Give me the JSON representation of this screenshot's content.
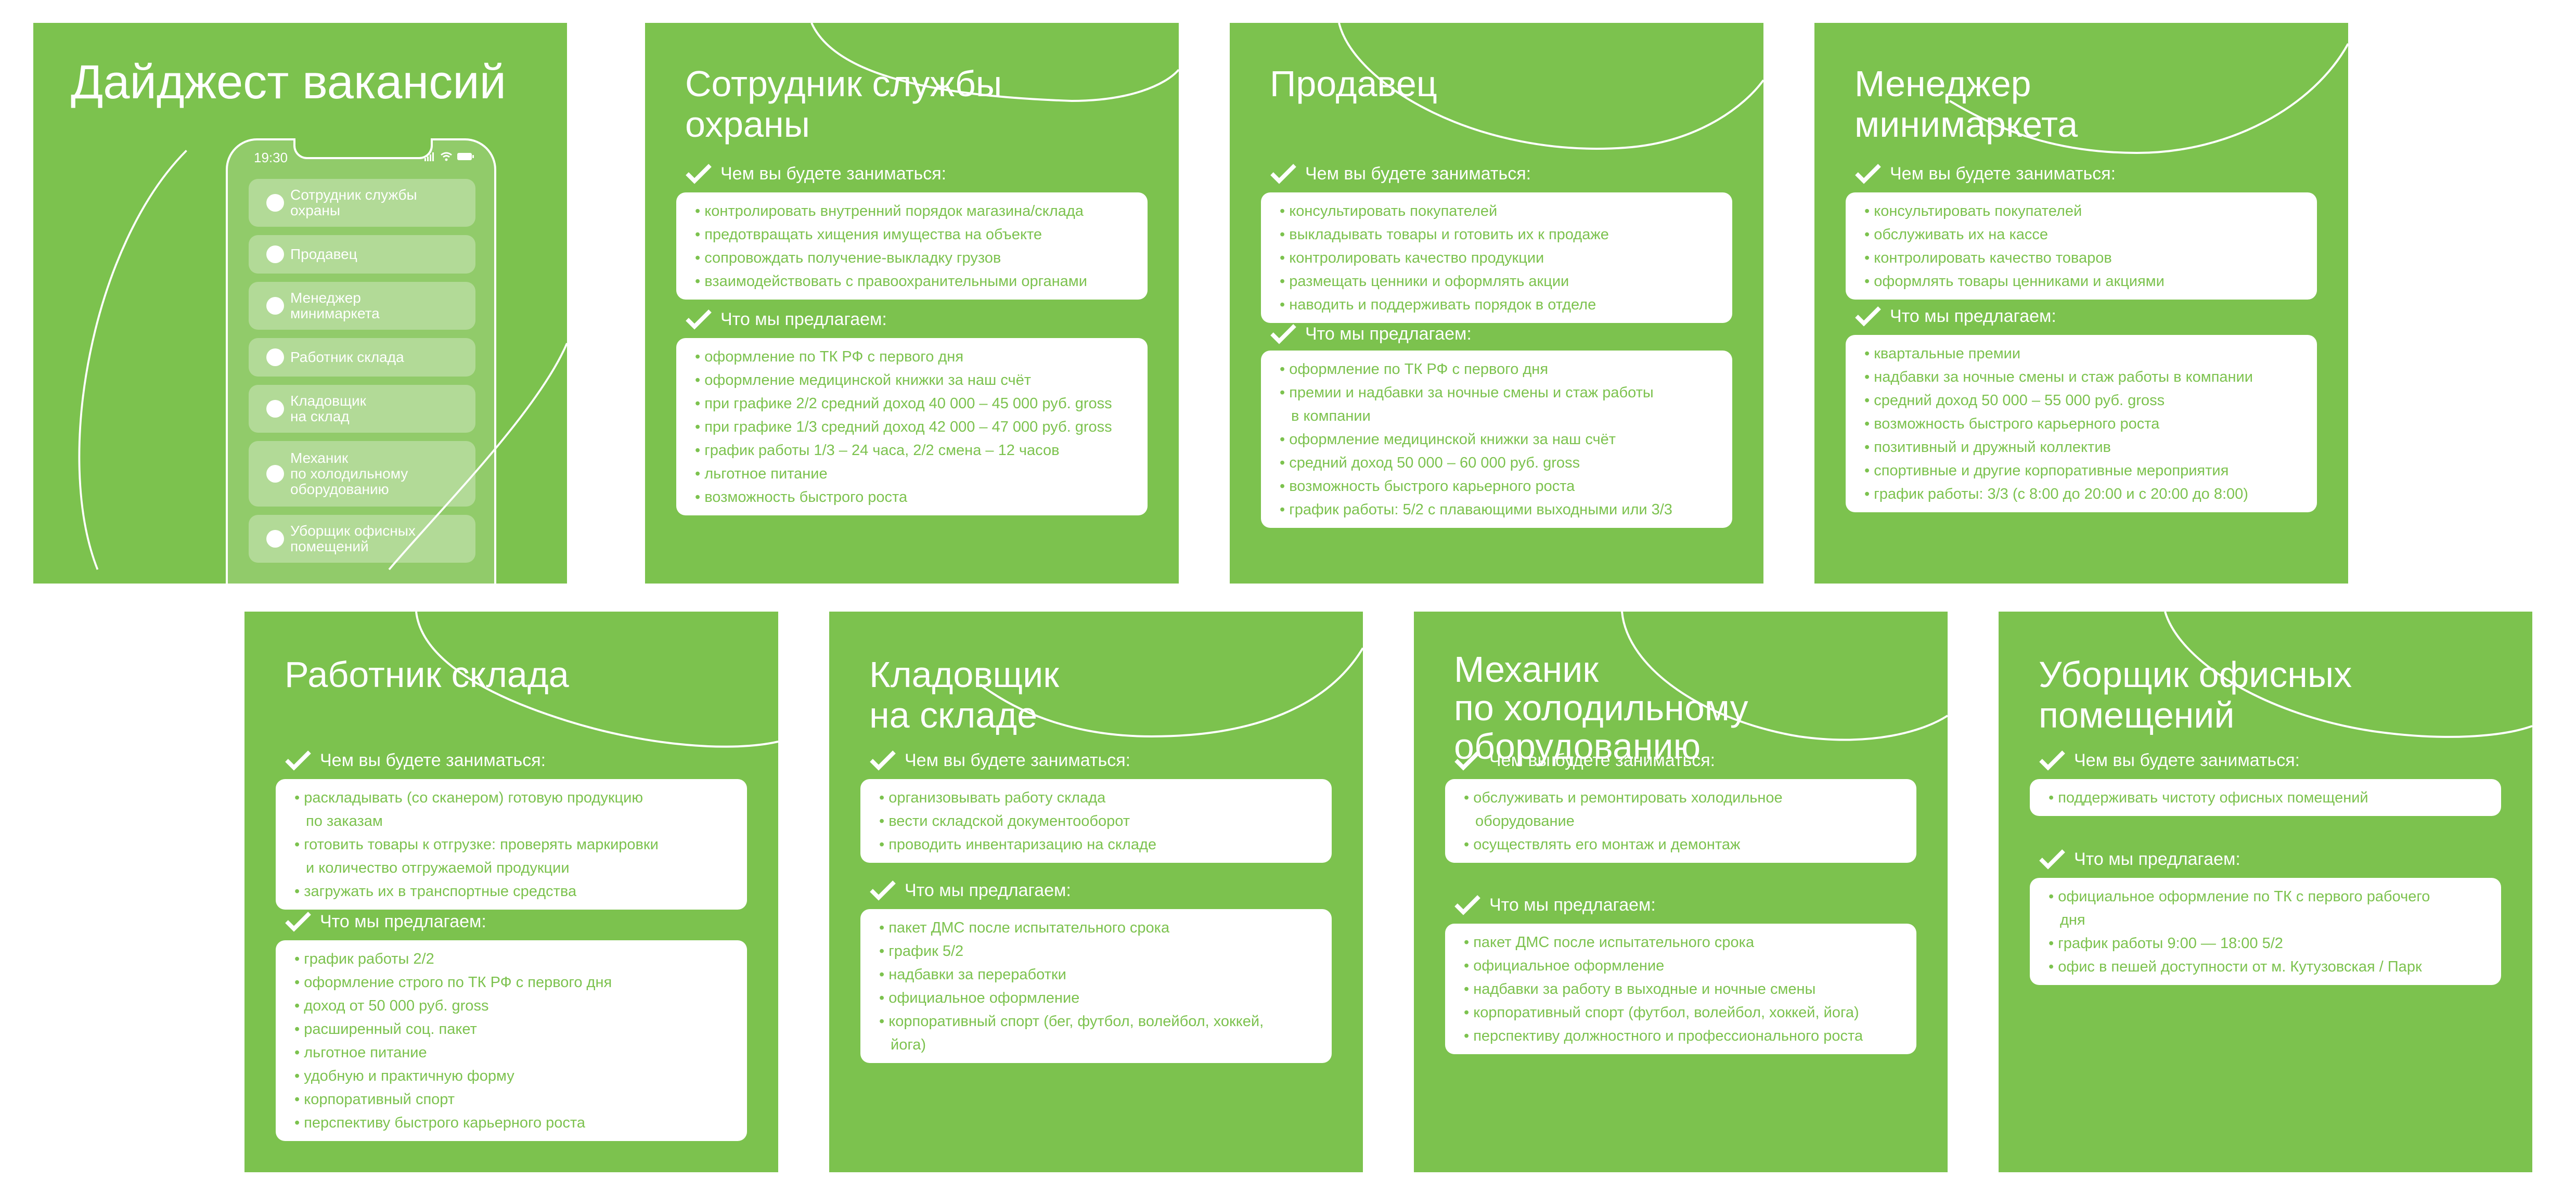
{
  "colors": {
    "accent": "#7cc24e",
    "text_on_accent": "#ffffff",
    "box": "#ffffff"
  },
  "digest": {
    "title": "Дайджест вакансий",
    "status_time": "19:30",
    "items": [
      "Сотрудник службы\nохраны",
      "Продавец",
      "Менеджер\nминимаркета",
      "Работник склада",
      "Кладовщик\nна склад",
      "Механик\nпо холодильному\nоборудованию",
      "Уборщик офисных\nпомещений"
    ]
  },
  "cards": [
    {
      "title": "Сотрудник службы\nохраны",
      "duties_label": "Чем вы будете заниматься:",
      "duties": [
        "контролировать внутренний порядок магазина/склада",
        "предотвращать хищения имущества на объекте",
        "сопровождать получение-выкладку грузов",
        "взаимодействовать с правоохранительными органами"
      ],
      "offer_label": "Что мы предлагаем:",
      "offers": [
        "оформление по ТК РФ с первого дня",
        "оформление медицинской книжки за наш счёт",
        "при графике 2/2 средний доход 40 000 – 45 000 руб. gross",
        "при графике 1/3 средний доход 42 000 – 47 000 руб. gross",
        "график работы 1/3 – 24 часа, 2/2 смена – 12 часов",
        "льготное питание",
        "возможность быстрого роста"
      ]
    },
    {
      "title": "Продавец",
      "duties_label": "Чем вы будете заниматься:",
      "duties": [
        "консультировать покупателей",
        "выкладывать товары и готовить их к продаже",
        "контролировать качество продукции",
        "размещать ценники и оформлять акции",
        "наводить и поддерживать порядок в отделе"
      ],
      "offer_label": "Что мы предлагаем:",
      "offers": [
        "оформление по ТК РФ с первого дня",
        "премии и надбавки за ночные смены и стаж работы\nв компании",
        "оформление медицинской книжки за наш счёт",
        "средний доход 50 000 – 60 000 руб. gross",
        "возможность быстрого карьерного роста",
        "график работы: 5/2 с плавающими выходными или 3/3"
      ]
    },
    {
      "title": "Менеджер\nминимаркета",
      "duties_label": "Чем вы будете заниматься:",
      "duties": [
        "консультировать покупателей",
        "обслуживать их на кассе",
        "контролировать качество товаров",
        "оформлять товары ценниками и акциями"
      ],
      "offer_label": "Что мы предлагаем:",
      "offers": [
        "квартальные премии",
        "надбавки за ночные смены и стаж работы в компании",
        "средний доход 50 000 – 55 000 руб. gross",
        "возможность быстрого карьерного роста",
        "позитивный и дружный коллектив",
        "спортивные и другие корпоративные мероприятия",
        "график работы: 3/3 (с 8:00 до 20:00 и с 20:00 до 8:00)"
      ]
    },
    {
      "title": "Работник склада",
      "duties_label": "Чем вы будете заниматься:",
      "duties": [
        "раскладывать (со сканером) готовую продукцию\nпо заказам",
        "готовить товары к отгрузке: проверять маркировки\nи количество отгружаемой продукции",
        "загружать их в транспортные средства"
      ],
      "offer_label": "Что мы предлагаем:",
      "offers": [
        "график работы 2/2",
        "оформление строго по ТК РФ с первого дня",
        "доход от 50 000 руб. gross",
        "расширенный соц. пакет",
        "льготное питание",
        "удобную и практичную форму",
        "корпоративный спорт",
        "перспективу быстрого карьерного роста"
      ]
    },
    {
      "title": "Кладовщик\nна складе",
      "duties_label": "Чем вы будете заниматься:",
      "duties": [
        "организовывать работу склада",
        "вести складской документооборот",
        "проводить инвентаризацию на складе"
      ],
      "offer_label": "Что мы предлагаем:",
      "offers": [
        "пакет ДМС после испытательного срока",
        "график 5/2",
        "надбавки за переработки",
        "официальное оформление",
        "корпоративный спорт (бег, футбол, волейбол, хоккей,\nйога)"
      ]
    },
    {
      "title": "Механик\nпо холодильному\nоборудованию",
      "duties_label": "Чем вы будете заниматься:",
      "duties": [
        "обслуживать и ремонтировать холодильное\nоборудование",
        "осуществлять его монтаж и демонтаж"
      ],
      "offer_label": "Что мы предлагаем:",
      "offers": [
        "пакет ДМС после испытательного срока",
        "официальное оформление",
        "надбавки за работу в выходные и ночные смены",
        "корпоративный спорт (футбол, волейбол, хоккей, йога)",
        "перспективу должностного и профессионального роста"
      ]
    },
    {
      "title": "Уборщик офисных\nпомещений",
      "duties_label": "Чем вы будете заниматься:",
      "duties": [
        "поддерживать чистоту офисных помещений"
      ],
      "offer_label": "Что мы предлагаем:",
      "offers": [
        "официальное оформление по ТК с первого рабочего\nдня",
        "график работы 9:00 — 18:00 5/2",
        "офис в пешей доступности от м. Кутузовская / Парк"
      ]
    }
  ]
}
